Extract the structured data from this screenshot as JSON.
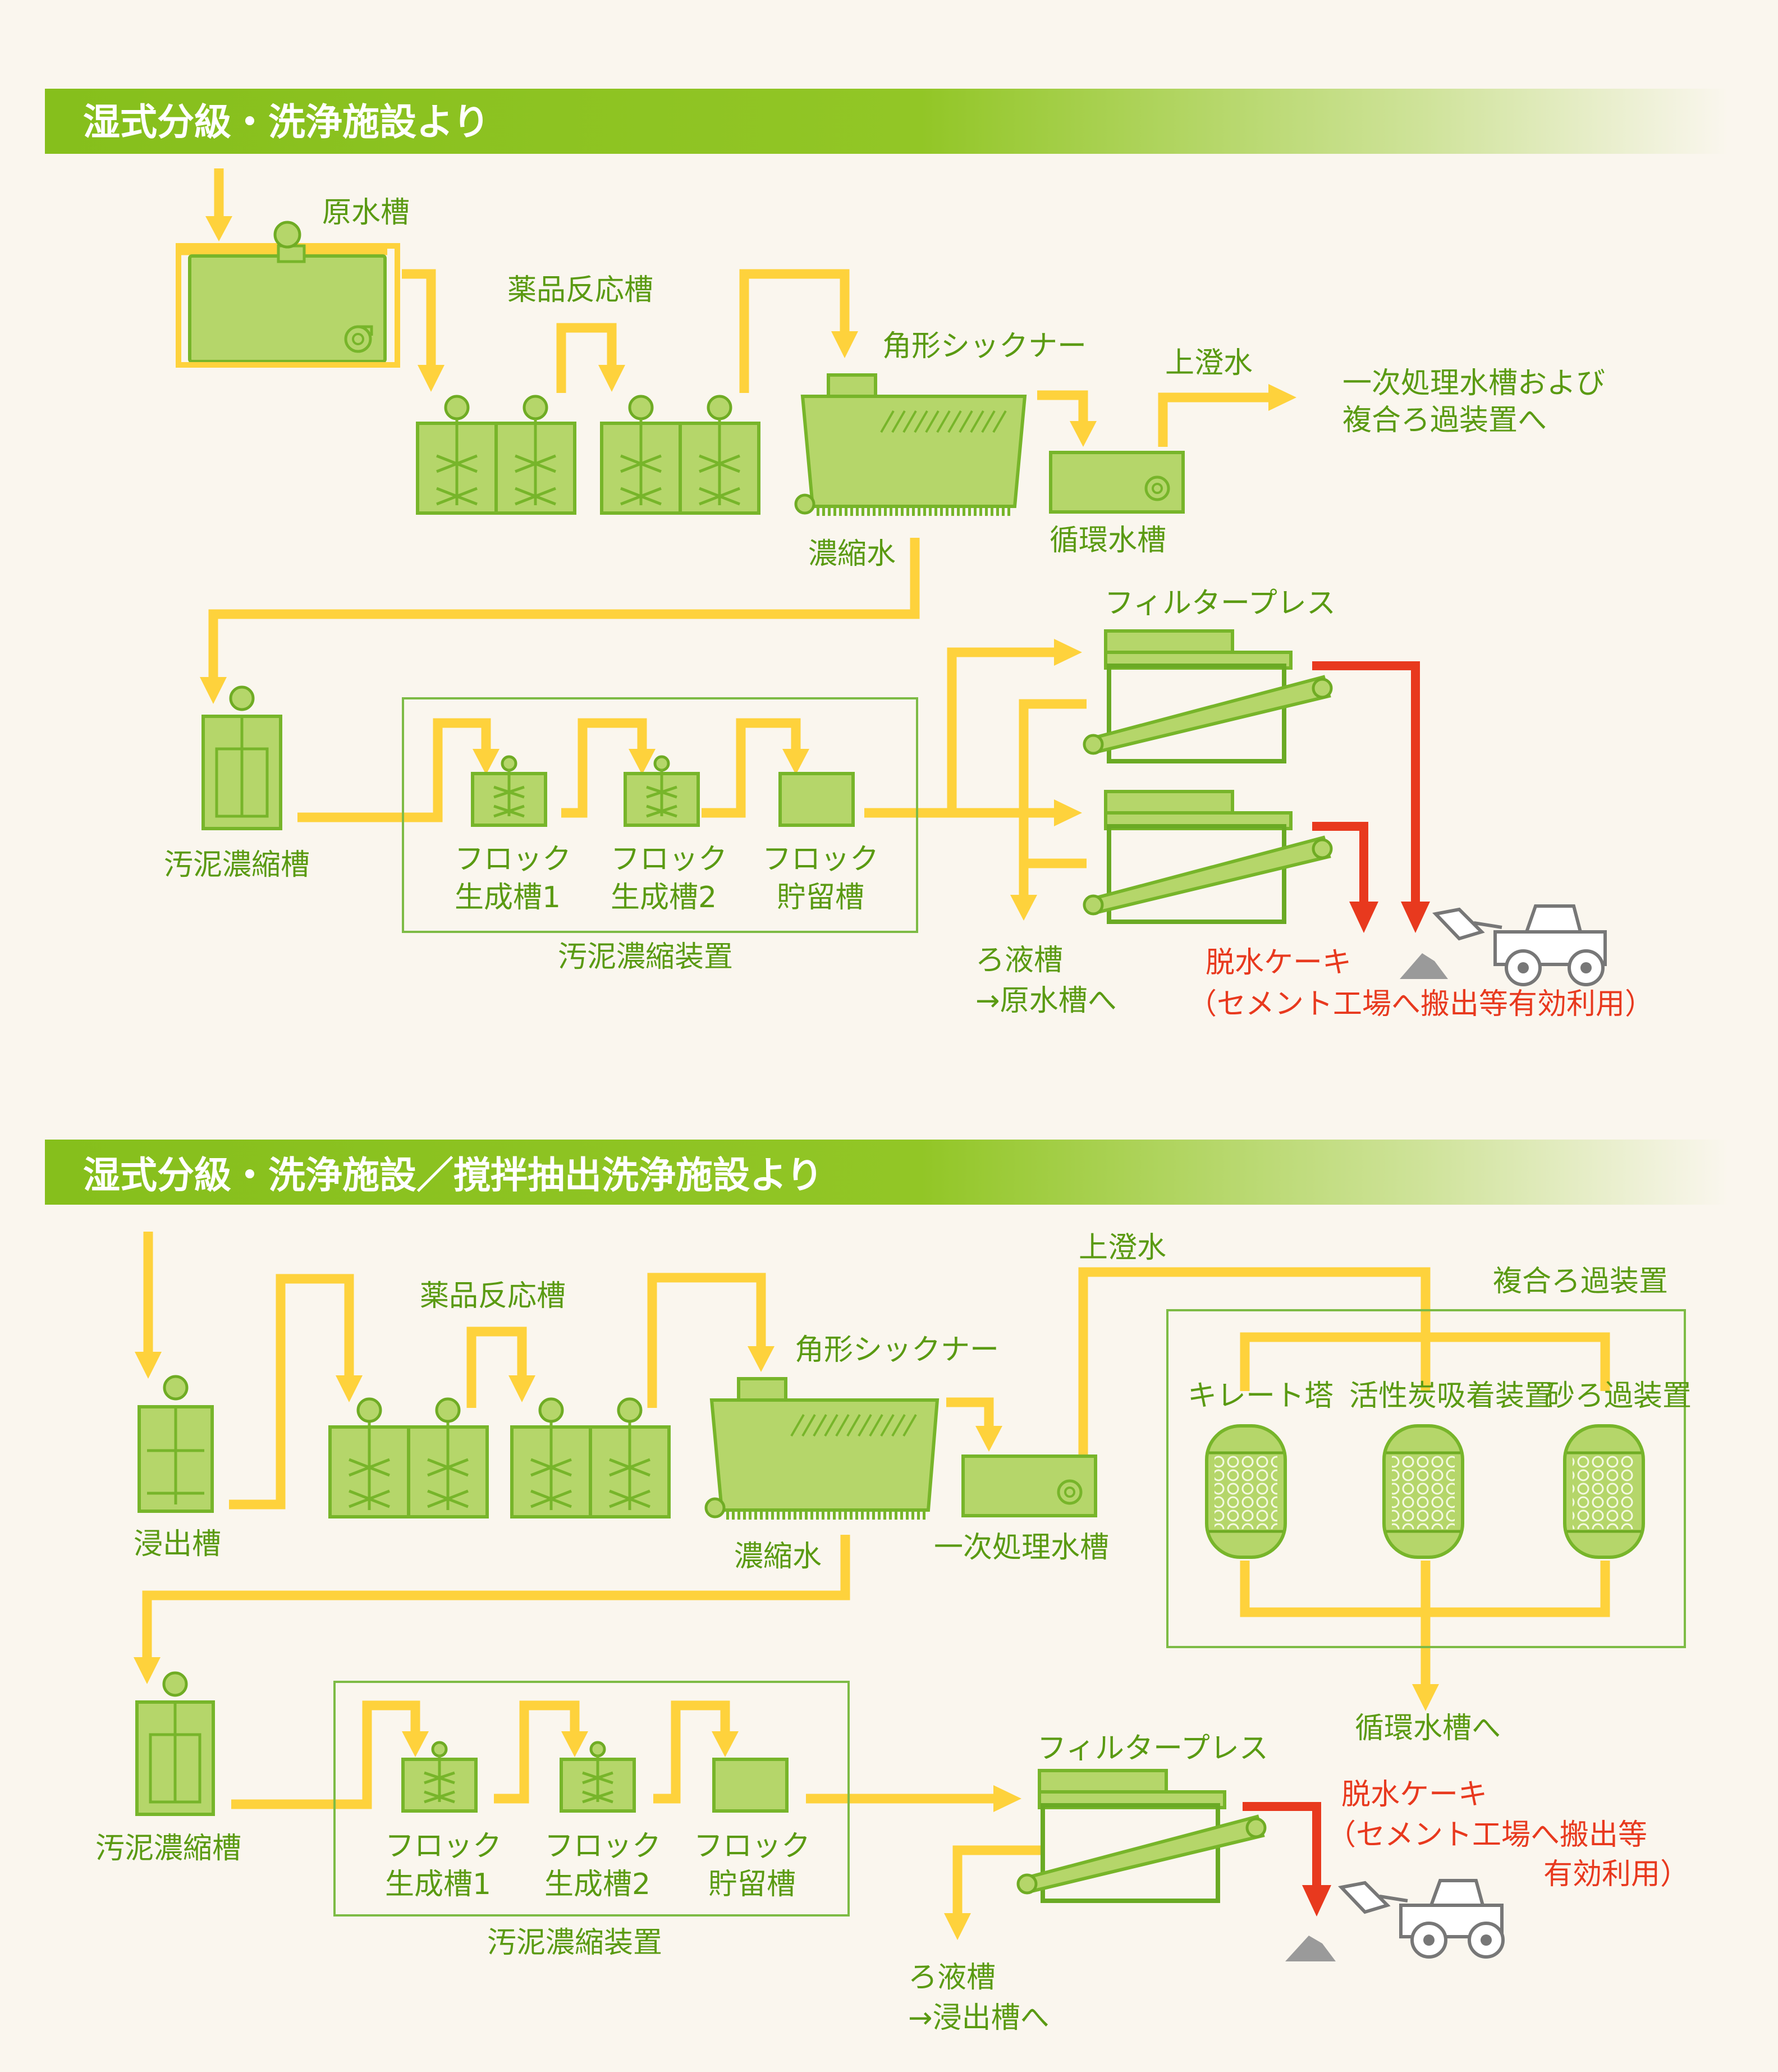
{
  "sections": [
    {
      "title": "湿式分級・洗浄施設より",
      "labels": {
        "raw_tank": "原水槽",
        "reagent_tank": "薬品反応槽",
        "thickener": "角形シックナー",
        "supernatant": "上澄水",
        "destination": [
          "一次処理水槽および",
          "複合ろ過装置へ"
        ],
        "circulation_tank": "循環水槽",
        "concentrate": "濃縮水",
        "sludge_thickening_tank": "汚泥濃縮槽",
        "floc1": [
          "フロック",
          "生成槽1"
        ],
        "floc2": [
          "フロック",
          "生成槽2"
        ],
        "floc3": [
          "フロック",
          "貯留槽"
        ],
        "thickening_device": "汚泥濃縮装置",
        "filter_press": "フィルタープレス",
        "filtrate": [
          "ろ液槽",
          "→原水槽へ"
        ],
        "cake": [
          "脱水ケーキ",
          "（セメント工場へ搬出等有効利用）"
        ]
      }
    },
    {
      "title": "湿式分級・洗浄施設／撹拌抽出洗浄施設より",
      "labels": {
        "leach_tank": "浸出槽",
        "reagent_tank": "薬品反応槽",
        "thickener": "角形シックナー",
        "supernatant": "上澄水",
        "composite_filter": "複合ろ過装置",
        "chelate": "キレート塔",
        "carbon": "活性炭吸着装置",
        "sand": "砂ろ過装置",
        "primary_tank": "一次処理水槽",
        "concentrate": "濃縮水",
        "to_circulation": "循環水槽へ",
        "sludge_thickening_tank": "汚泥濃縮槽",
        "floc1": [
          "フロック",
          "生成槽1"
        ],
        "floc2": [
          "フロック",
          "生成槽2"
        ],
        "floc3": [
          "フロック",
          "貯留槽"
        ],
        "thickening_device": "汚泥濃縮装置",
        "filter_press": "フィルタープレス",
        "filtrate": [
          "ろ液槽",
          "→浸出槽へ"
        ],
        "cake": [
          "脱水ケーキ",
          "（セメント工場へ搬出等",
          "有効利用）"
        ]
      }
    }
  ],
  "colors": {
    "background": "#faf6ee",
    "banner": "#8dc21f",
    "equipment": "#b5d66a",
    "equipment_outline": "#6fac24",
    "flow": "#fed23c",
    "cake_flow": "#e8391e",
    "label": "#5a9a12",
    "cake_label": "#e8391e"
  },
  "icons": {
    "pump": "pump-icon",
    "stirrer": "stirrer-icon",
    "loader": "wheel-loader-icon",
    "cake_pile": "cake-pile-icon"
  }
}
